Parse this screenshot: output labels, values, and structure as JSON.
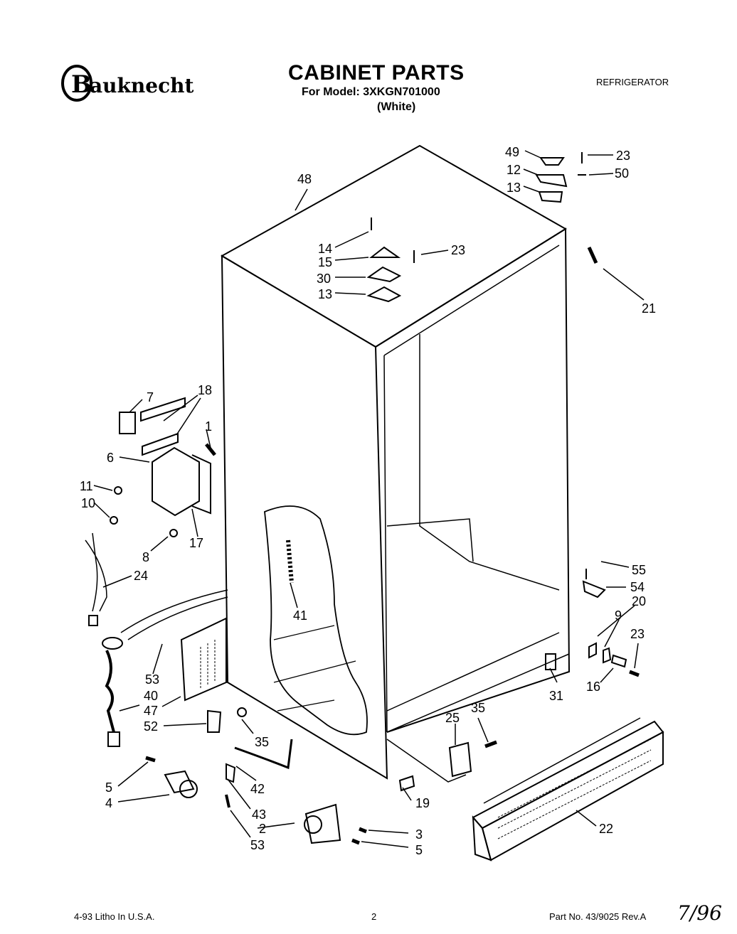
{
  "header": {
    "brand": "Bauknecht",
    "title": "CABINET PARTS",
    "model_line": "For Model: 3XKGN701000",
    "color_line": "(White)",
    "category": "REFRIGERATOR"
  },
  "footer": {
    "litho": "4-93 Litho In U.S.A.",
    "page_number": "2",
    "part_number": "Part No. 43/9025 Rev.A",
    "handwritten_date": "7/96"
  },
  "callouts": {
    "c48": "48",
    "c49": "49",
    "c12a": "12",
    "c13a": "13",
    "c23a": "23",
    "c50": "50",
    "c14": "14",
    "c15": "15",
    "c30": "30",
    "c13b": "13",
    "c23b": "23",
    "c21": "21",
    "c7": "7",
    "c18": "18",
    "c1": "1",
    "c6": "6",
    "c11": "11",
    "c10": "10",
    "c17": "17",
    "c8": "8",
    "c24": "24",
    "c41": "41",
    "c55": "55",
    "c54": "54",
    "c20": "20",
    "c9": "9",
    "c23c": "23",
    "c16": "16",
    "c31": "31",
    "c53a": "53",
    "c40": "40",
    "c47": "47",
    "c52": "52",
    "c35a": "35",
    "c25": "25",
    "c35b": "35",
    "c5a": "5",
    "c4": "4",
    "c42": "42",
    "c43": "43",
    "c2": "2",
    "c53b": "53",
    "c19": "19",
    "c3": "3",
    "c5b": "5",
    "c22": "22"
  }
}
